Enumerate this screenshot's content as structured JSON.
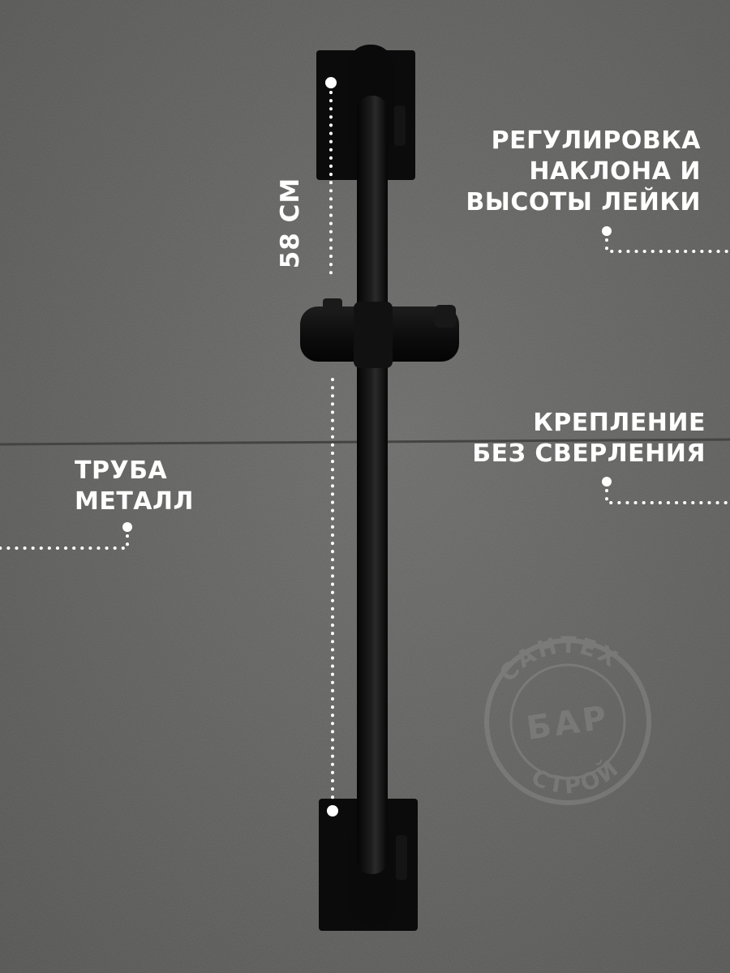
{
  "dimension_label": "58 СМ",
  "callouts": {
    "adjust": [
      "РЕГУЛИРОВКА",
      "НАКЛОНА И",
      "ВЫСОТЫ ЛЕЙКИ"
    ],
    "mount": [
      "КРЕПЛЕНИЕ",
      "БЕЗ СВЕРЛЕНИЯ"
    ],
    "pipe": [
      "ТРУБА",
      "МЕТАЛЛ"
    ]
  },
  "watermark": {
    "top_arc": "САНТЕХ",
    "middle": "БАР",
    "bottom_arc": "СТРОЙ"
  },
  "colors": {
    "wall": "#5f5f5d",
    "product": "#0d0d0d",
    "text": "#ffffff"
  }
}
